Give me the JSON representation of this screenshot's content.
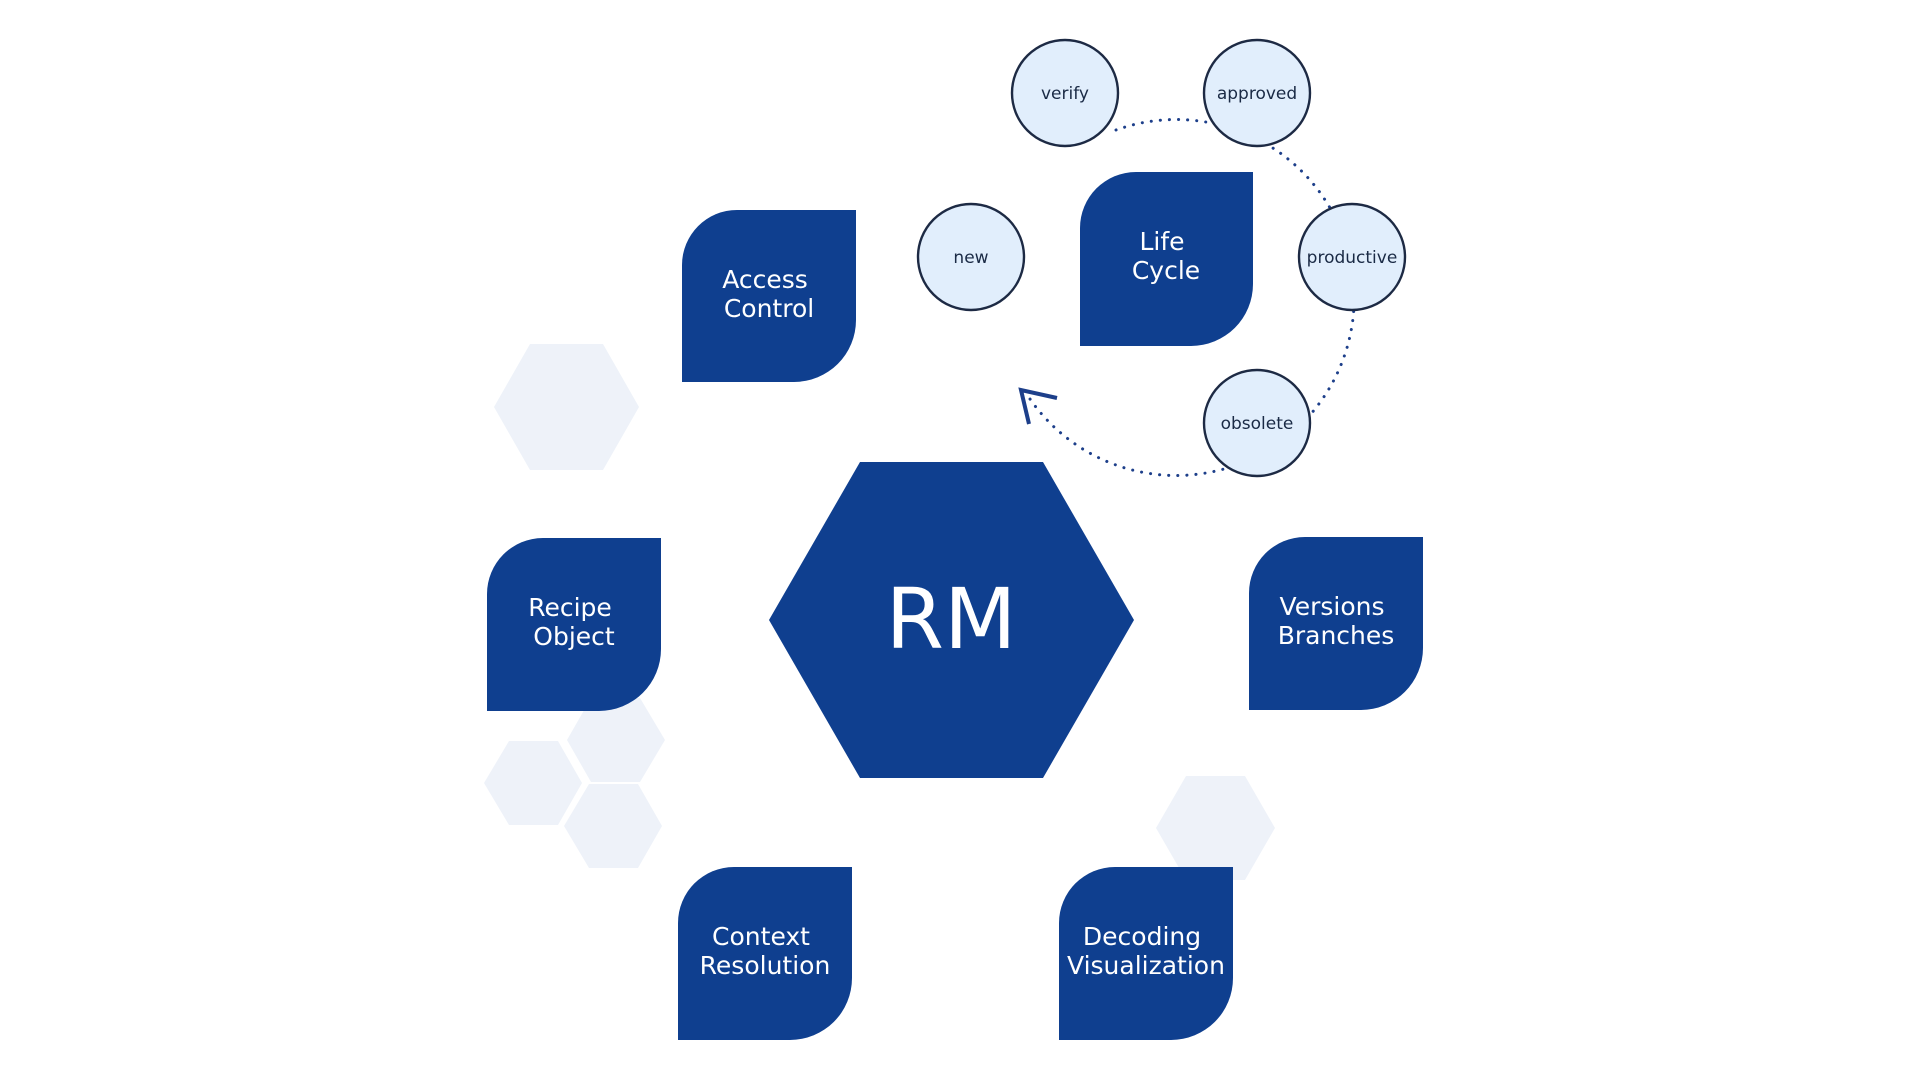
{
  "colors": {
    "primary": "#0f3f8f",
    "state_fill": "#e1eefc",
    "state_stroke": "#1d2a44",
    "decor": "#eef2f9",
    "background": "#ffffff",
    "ring": "#1d3f8a"
  },
  "hub": {
    "label": "RM"
  },
  "modules": {
    "access_control": [
      "Access",
      "Control"
    ],
    "life_cycle": [
      "Life",
      "Cycle"
    ],
    "recipe_object": [
      "Recipe",
      "Object"
    ],
    "versions_branches": [
      "Versions",
      "Branches"
    ],
    "context_resolution": [
      "Context",
      "Resolution"
    ],
    "decoding_visualization": [
      "Decoding",
      "Visualization"
    ]
  },
  "lifecycle_states": {
    "new": "new",
    "verify": "verify",
    "approved": "approved",
    "productive": "productive",
    "obsolete": "obsolete"
  }
}
